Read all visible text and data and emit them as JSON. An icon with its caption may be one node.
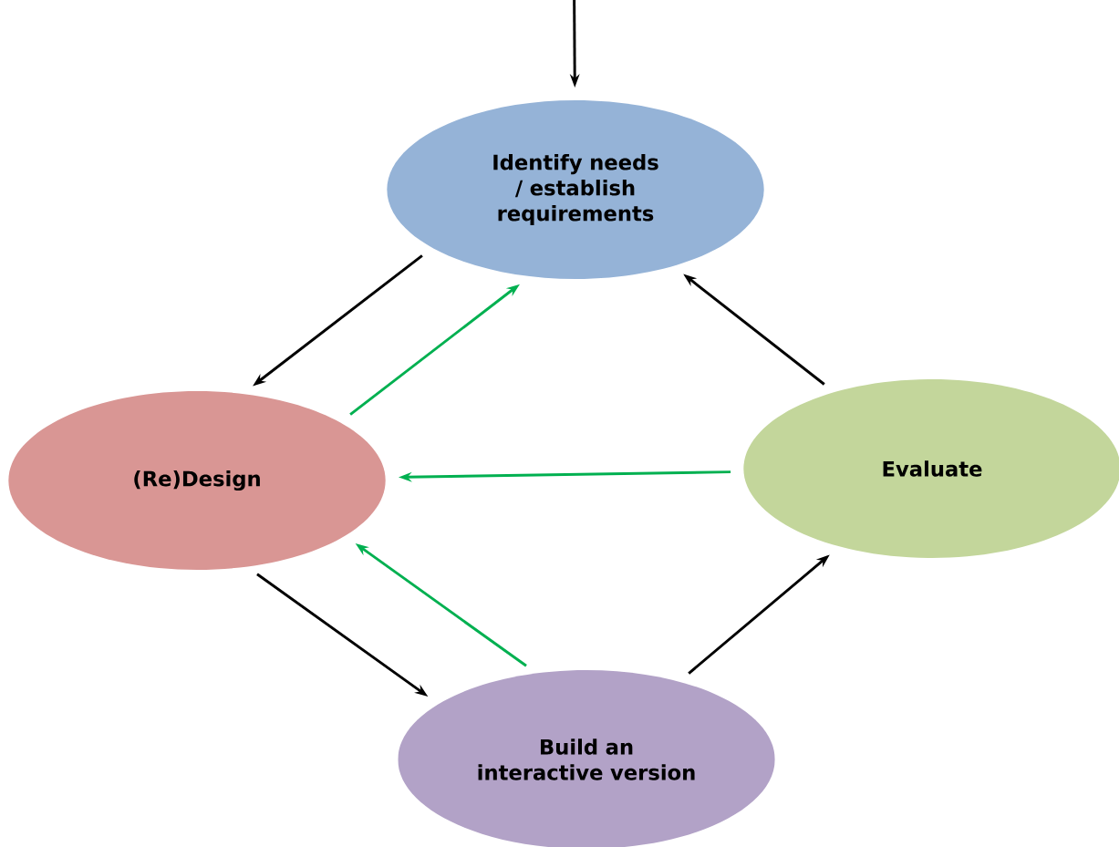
{
  "diagram": {
    "nodes": [
      {
        "text": [
          "Identify needs / establish requirements"
        ]
      },
      {
        "text": [
          "(Re)Design"
        ]
      },
      {
        "text": [
          "Evaluate"
        ]
      },
      {
        "text": [
          "Build an interactive version"
        ]
      }
    ],
    "edges": [
      {
        "from": null,
        "to": 0,
        "arrow": "to"
      },
      {
        "from": 0,
        "to": 1,
        "arrow": "to"
      },
      {
        "from": 1,
        "to": 0,
        "arrow": "to",
        "color": "#00b050"
      },
      {
        "from": 2,
        "to": 1,
        "arrow": "to",
        "color": "#00b050"
      },
      {
        "from": 1,
        "to": 3,
        "arrow": "to"
      },
      {
        "from": 3,
        "to": 1,
        "arrow": "to",
        "color": "#00b050"
      },
      {
        "from": 3,
        "to": 2,
        "arrow": "to"
      },
      {
        "from": 2,
        "to": 0,
        "arrow": "to"
      }
    ]
  }
}
